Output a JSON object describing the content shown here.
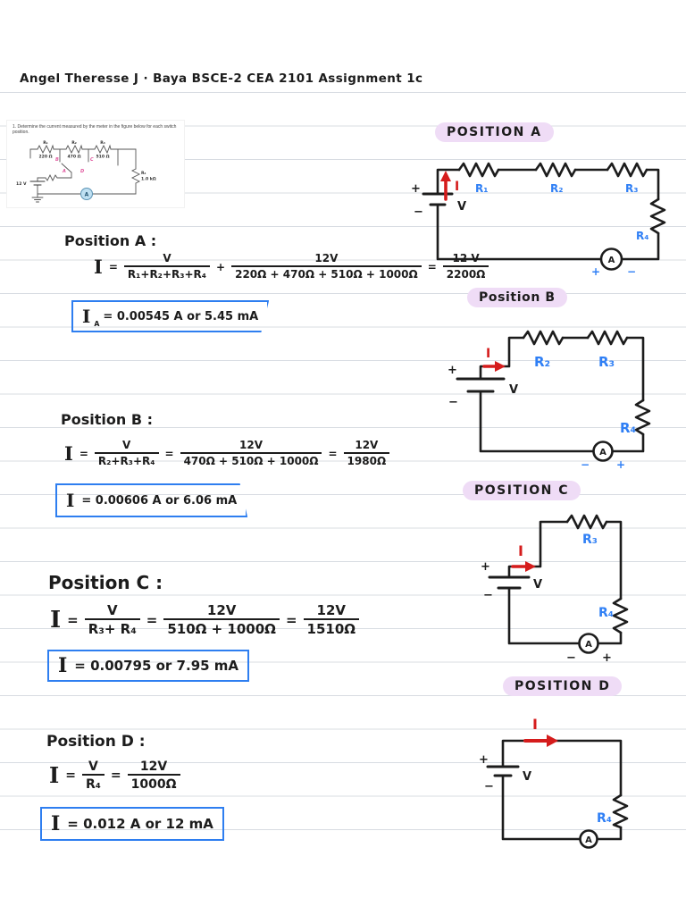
{
  "page": {
    "header": "Angel Theresse  J · Baya  BSCE-2      CEA 2101  Assignment 1c"
  },
  "colors": {
    "ink": "#1c1c1c",
    "label_blue": "#2f7ff5",
    "current_red": "#d51c1c",
    "answer_box_blue": "#2e7ef0",
    "highlight_lavender": "#efdcf6",
    "ruled_line": "#d8dce2",
    "meter_fill": "#bfe0f2",
    "switch_pink": "#e0559d"
  },
  "problem": {
    "text": "1.  Determine the current measured by the meter in the figure below for each switch position.",
    "figure": {
      "r1_name": "R₁",
      "r1_value": "220 Ω",
      "r2_name": "R₂",
      "r2_value": "470 Ω",
      "r3_name": "R₃",
      "r3_value": "510 Ω",
      "r4_name": "R₄",
      "r4_value": "1.0 kΩ",
      "source_value": "12 V",
      "switch_a": "A",
      "switch_b": "B",
      "switch_c": "C",
      "switch_d": "D",
      "meter": "A"
    }
  },
  "sections": [
    {
      "heading": "Position A :",
      "pill": "POSITION A",
      "equation": {
        "lhs": "I",
        "eq1": "=",
        "f1": {
          "num": "V",
          "den": "R₁+R₂+R₃+R₄"
        },
        "op": "+",
        "f2": {
          "num": "12V",
          "den": "220Ω + 470Ω + 510Ω + 1000Ω"
        },
        "eq2": "=",
        "f3": {
          "num": "12 V",
          "den": "2200Ω"
        }
      },
      "answer": {
        "i": "I",
        "sub": "A",
        "text": "=  0.00545 A  or  5.45 mA"
      },
      "circuit": {
        "i": "I",
        "v": "V",
        "bat_plus": "+",
        "bat_minus": "−",
        "r1": "R₁",
        "r2": "R₂",
        "r3": "R₃",
        "r4": "R₄",
        "meter": "A",
        "m_plus": "+",
        "m_minus": "−"
      }
    },
    {
      "heading": "Position B :",
      "pill": "Position B",
      "equation": {
        "lhs": "I",
        "eq1": "=",
        "f1": {
          "num": "V",
          "den": "R₂+R₃+R₄"
        },
        "op": "=",
        "f2": {
          "num": "12V",
          "den": "470Ω + 510Ω + 1000Ω"
        },
        "eq2": "=",
        "f3": {
          "num": "12V",
          "den": "1980Ω"
        }
      },
      "answer": {
        "i": "I",
        "sub": "",
        "text": "=  0.00606 A  or  6.06 mA"
      },
      "circuit": {
        "i": "I",
        "v": "V",
        "bat_plus": "+",
        "bat_minus": "−",
        "r2": "R₂",
        "r3": "R₃",
        "r4": "R₄",
        "meter": "A",
        "m_plus": "+",
        "m_minus": "−"
      }
    },
    {
      "heading": "Position C :",
      "pill": "POSITION C",
      "equation": {
        "lhs": "I",
        "eq1": "=",
        "f1": {
          "num": "V",
          "den": "R₃+ R₄"
        },
        "op": "=",
        "f2": {
          "num": "12V",
          "den": "510Ω + 1000Ω"
        },
        "eq2": "=",
        "f3": {
          "num": "12V",
          "den": "1510Ω"
        }
      },
      "answer": {
        "i": "I",
        "sub": "",
        "text": "=  0.00795  or  7.95 mA"
      },
      "circuit": {
        "i": "I",
        "v": "V",
        "bat_plus": "+",
        "bat_minus": "−",
        "r3": "R₃",
        "r4": "R₄",
        "meter": "A",
        "m_plus": "+",
        "m_minus": "−"
      }
    },
    {
      "heading": "Position D :",
      "pill": "POSITION D",
      "equation": {
        "lhs": "I",
        "eq1": "=",
        "f1": {
          "num": "V",
          "den": "R₄"
        },
        "op": "=",
        "f2": {
          "num": "12V",
          "den": "1000Ω"
        }
      },
      "answer": {
        "i": "I",
        "sub": "",
        "text": "=  0.012  A  or  12 mA"
      },
      "circuit": {
        "i": "I",
        "v": "V",
        "bat_plus": "+",
        "bat_minus": "−",
        "r4": "R₄",
        "meter": "A"
      }
    }
  ]
}
